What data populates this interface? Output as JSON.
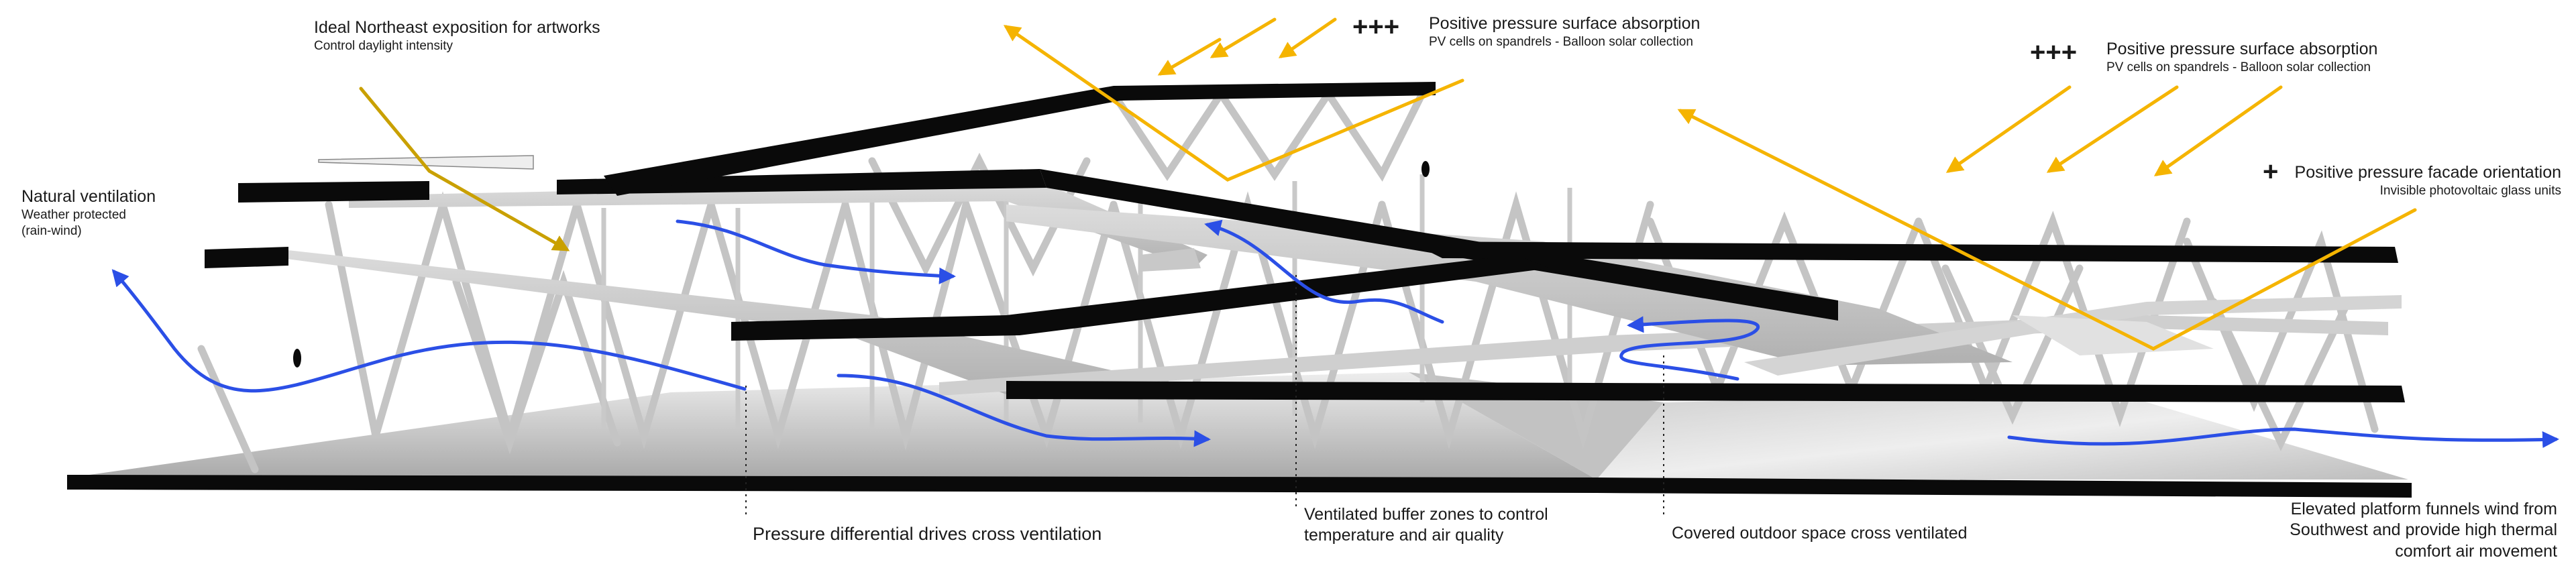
{
  "annotations": {
    "top_left_exposition": {
      "title": "Ideal Northeast exposition for artworks",
      "subtitle": "Control daylight intensity"
    },
    "natural_ventilation": {
      "title": "Natural ventilation",
      "line2": "Weather protected",
      "line3": "(rain-wind)"
    },
    "pressure_surface_1": {
      "symbol": "+++",
      "title": "Positive pressure surface absorption",
      "subtitle": "PV cells on spandrels - Balloon solar collection"
    },
    "pressure_surface_2": {
      "symbol": "+++",
      "title": "Positive pressure surface absorption",
      "subtitle": "PV cells on spandrels - Balloon solar collection"
    },
    "facade_orientation": {
      "symbol": "+",
      "title": "Positive pressure facade orientation",
      "subtitle": "Invisible photovoltaic glass units"
    },
    "cross_ventilation": "Pressure differential drives cross ventilation",
    "buffer_zones": {
      "line1": "Ventilated buffer zones to control",
      "line2": "temperature and air quality"
    },
    "covered_outdoor": "Covered outdoor space cross ventilated",
    "elevated_platform": {
      "line1": "Elevated platform funnels wind from",
      "line2": "Southwest and provide high thermal",
      "line3": "comfort air movement"
    }
  },
  "colors": {
    "solar_arrow": "#f5b400",
    "daylight_arrow": "#c9a000",
    "wind_arrow": "#2b4fe6",
    "roof_slab": "#0a0a0a",
    "structure": "#c4c4c4",
    "ground": "#d6d6d6"
  }
}
